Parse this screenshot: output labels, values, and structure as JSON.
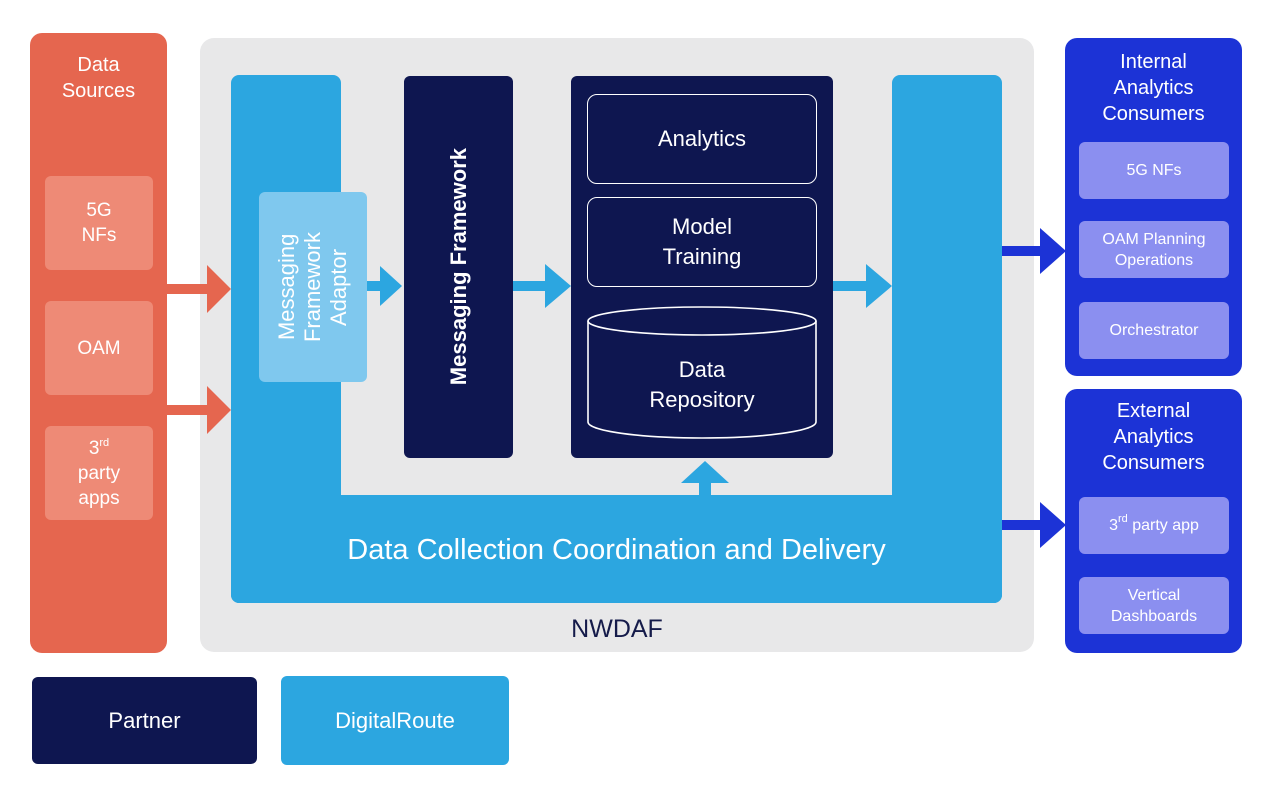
{
  "nwdaf_label": "NWDAF",
  "data_sources": {
    "title_line1": "Data",
    "title_line2": "Sources",
    "items": [
      {
        "line1": "5G",
        "line2": "NFs"
      },
      {
        "line1": "OAM"
      },
      {
        "line1": "3",
        "sup": "rd",
        "line2": "party",
        "line3": "apps"
      }
    ]
  },
  "digitalroute": {
    "adaptor_line1": "Messaging",
    "adaptor_line2": "Framework",
    "adaptor_line3": "Adaptor",
    "collection_label": "Data Collection Coordination and Delivery"
  },
  "partner": {
    "messaging_framework": "Messaging Framework",
    "analytics": "Analytics",
    "model_training_line1": "Model",
    "model_training_line2": "Training",
    "repo_line1": "Data",
    "repo_line2": "Repository"
  },
  "internal_consumers": {
    "title_line1": "Internal",
    "title_line2": "Analytics",
    "title_line3": "Consumers",
    "items": [
      {
        "line1": "5G NFs"
      },
      {
        "line1": "OAM Planning",
        "line2": "Operations"
      },
      {
        "line1": "Orchestrator"
      }
    ]
  },
  "external_consumers": {
    "title_line1": "External",
    "title_line2": "Analytics",
    "title_line3": "Consumers",
    "items": [
      {
        "line1": "3",
        "sup": "rd",
        "line1_rest": " party app"
      },
      {
        "line1": "Vertical",
        "line2": "Dashboards"
      }
    ]
  },
  "legend": {
    "partner": "Partner",
    "digitalroute": "DigitalRoute"
  },
  "colors": {
    "data_sources": "#e5664f",
    "data_source_item": "#ee8a76",
    "nwdaf_bg": "#e8e8e9",
    "digitalroute": "#2ca6e0",
    "adaptor": "#7fc8ee",
    "partner": "#0e1650",
    "consumers": "#1c33d6",
    "consumer_item": "#8b8ff0",
    "arrow_orange": "#e5664f",
    "arrow_light": "#2ca6e0",
    "arrow_dark": "#1c33d6"
  }
}
